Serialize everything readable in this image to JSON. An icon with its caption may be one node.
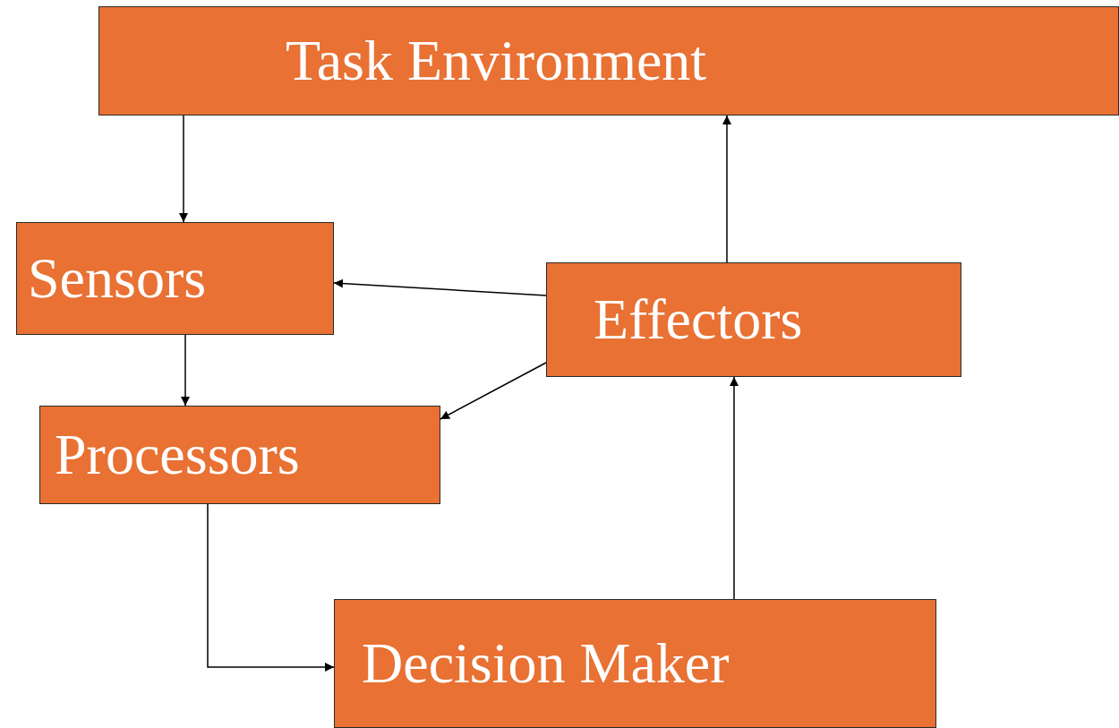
{
  "diagram": {
    "nodes": [
      {
        "text": [
          "Task Environment"
        ]
      },
      {
        "text": [
          "Sensors"
        ]
      },
      {
        "text": [
          "Effectors"
        ]
      },
      {
        "text": [
          "Processors"
        ]
      },
      {
        "text": [
          "Decision Maker"
        ]
      }
    ],
    "edges": [
      {
        "from": 0,
        "to": 1,
        "arrow": "to"
      },
      {
        "from": 2,
        "to": 0,
        "arrow": "to"
      },
      {
        "from": 2,
        "to": 1,
        "arrow": "to"
      },
      {
        "from": 1,
        "to": 3,
        "arrow": "to"
      },
      {
        "from": 2,
        "to": 3,
        "arrow": "to"
      },
      {
        "from": 3,
        "to": 4,
        "arrow": "to"
      },
      {
        "from": 4,
        "to": 2,
        "arrow": "to"
      }
    ]
  }
}
